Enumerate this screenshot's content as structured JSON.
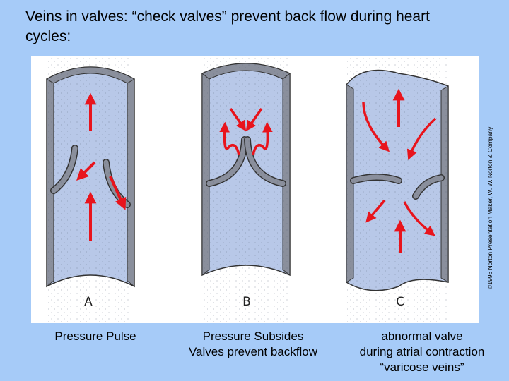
{
  "slide": {
    "title": "Veins in valves: “check valves” prevent back flow during heart cycles:",
    "copyright": "©1996 Norton Presentation Maker, W. W. Norton & Company"
  },
  "panels": [
    {
      "letter": "A",
      "caption_lines": [
        "Pressure Pulse"
      ]
    },
    {
      "letter": "B",
      "caption_lines": [
        "Pressure Subsides",
        "Valves prevent backflow"
      ]
    },
    {
      "letter": "C",
      "caption_lines": [
        "abnormal valve",
        "during atrial contraction",
        "“varicose veins”"
      ]
    }
  ],
  "colors": {
    "background": "#a6cbf8",
    "vein_fill": "#b8c8e8",
    "wall": "#8a8f9c",
    "arrow": "#e8141c"
  }
}
